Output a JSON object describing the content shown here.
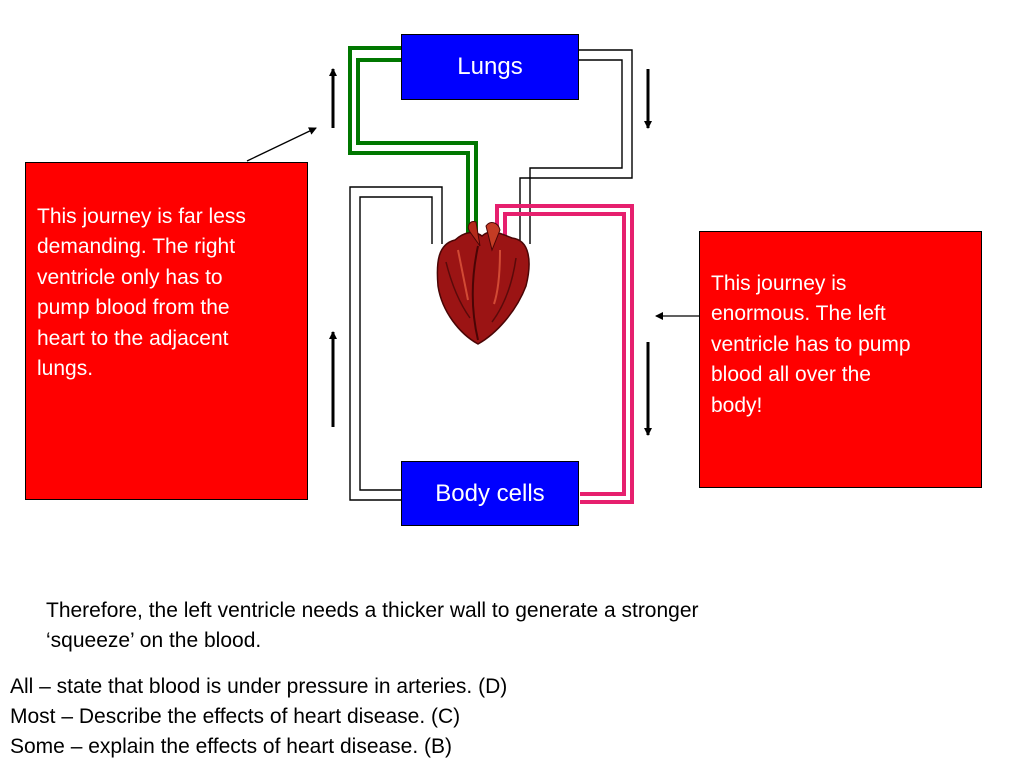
{
  "diagram": {
    "lungs_label": "Lungs",
    "body_cells_label": "Body cells",
    "left_note": "This journey is far less\ndemanding. The right\nventricle only has to\npump blood from the\nheart to the adjacent\nlungs.",
    "right_note": "This journey is\nenormous. The left\nventricle has to pump\nblood all over the\nbody!",
    "colors": {
      "organ_box": "#0000ff",
      "note_box": "#ff0000",
      "pulmonary_vessel": "#007700",
      "systemic_artery": "#e6206e",
      "heart": "#b01818"
    },
    "icons": [
      "heart-icon",
      "arrow-up-icon",
      "arrow-down-icon",
      "pointer-arrow"
    ]
  },
  "conclusion": "Therefore, the left ventricle needs a thicker wall to generate a stronger\n‘squeeze’ on the blood.",
  "objectives": [
    "All – state that blood is under pressure in arteries. (D)",
    "Most – Describe the effects of heart disease. (C)",
    "Some – explain the effects of heart disease. (B)"
  ]
}
